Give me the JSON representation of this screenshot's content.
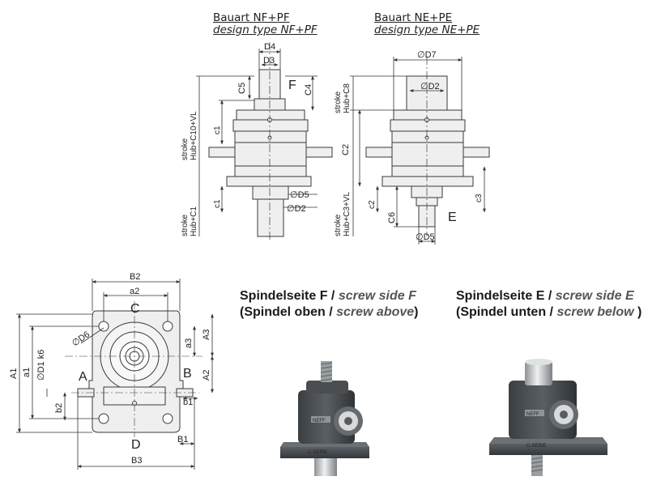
{
  "captions": {
    "nf_title": "Bauart NF+PF",
    "nf_subtitle": "design type NF+PF",
    "ne_title": "Bauart NE+PE",
    "ne_subtitle": "design type NE+PE"
  },
  "screw_side_f": {
    "line1_de": "Spindelseite F / ",
    "line1_en": "screw side F",
    "line2_de": "(Spindel oben / ",
    "line2_en": "screw above",
    "line2_end": ")"
  },
  "screw_side_e": {
    "line1_de": "Spindelseite E / ",
    "line1_en": "screw side E",
    "line2_de": "(Spindel unten / ",
    "line2_en": "screw below",
    "line2_end": " )"
  },
  "labels_nf": {
    "D4": "D4",
    "D3": "D3",
    "F": "F",
    "C5": "C5",
    "C4": "C4",
    "stroke_top_1": "stroke",
    "stroke_top_2": "Hub+C10+VL",
    "c1_upper": "c1",
    "c1_lower": "c1",
    "stroke_bot_1": "stroke",
    "stroke_bot_2": "Hub+C1",
    "D5": "∅D5",
    "D2": "∅D2"
  },
  "labels_ne": {
    "D7": "∅D7",
    "D2": "∅D2",
    "stroke_top_1": "stroke",
    "stroke_top_2": "Hub+C8",
    "C2": "C2",
    "stroke_bot_1": "stroke",
    "stroke_bot_2": "Hub+C3+VL",
    "c2": "c2",
    "C6": "C6",
    "c3": "c3",
    "E": "E",
    "D5": "∅D5"
  },
  "labels_top_view": {
    "B2": "B2",
    "a2": "a2",
    "C": "C",
    "D6": "∅D6",
    "a3": "a3",
    "A3": "A3",
    "A1": "A1",
    "a1": "a1",
    "D1": "∅D1 k6",
    "A": "A",
    "B": "B",
    "A2": "A2",
    "b2": "b2",
    "b1": "b1",
    "D": "D",
    "B1": "B1",
    "B3": "B3"
  },
  "photo_labels": {
    "brand": "NEFF",
    "series": "C-SERIE"
  },
  "colors": {
    "line": "#3a3a3a",
    "part_fill": "#e9e9e9",
    "housing_dark": "#4b4f52",
    "steel": "#c9ccce"
  }
}
